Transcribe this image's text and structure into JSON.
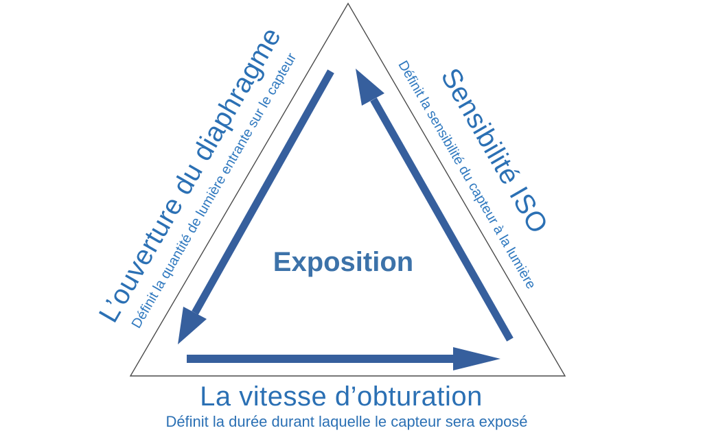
{
  "diagram": {
    "center": {
      "label": "Exposition"
    },
    "left": {
      "title": "L’ouverture du diaphragme",
      "subtitle": "Définit la quantité de lumière entrante sur le capteur"
    },
    "right": {
      "title": "Sensibilité ISO",
      "subtitle": "Définit la sensibilité du capteur à la lumière"
    },
    "bottom": {
      "title": "La vitesse d’obturation",
      "subtitle": "Définit la durée durant laquelle le capteur sera exposé"
    },
    "icons": {
      "left_arrow": "arrow-down-left",
      "right_arrow": "arrow-up-to-apex",
      "bottom_arrow": "arrow-right"
    },
    "colors": {
      "title_blue": "#2b70b4",
      "subtitle_blue": "#3079bf",
      "center_blue": "#3c72a9",
      "arrow_blue": "#365f9d",
      "triangle_outline": "#4a4a4a",
      "background": "#ffffff"
    }
  }
}
